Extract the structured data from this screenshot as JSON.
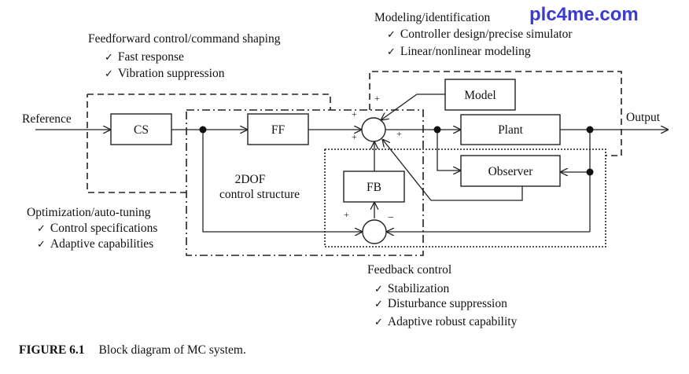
{
  "watermark": "plc4me.com",
  "annotations": {
    "feedforward": {
      "title": "Feedforward control/command shaping",
      "items": [
        "Fast response",
        "Vibration suppression"
      ]
    },
    "modeling": {
      "title": "Modeling/identification",
      "items": [
        "Controller design/precise simulator",
        "Linear/nonlinear modeling"
      ]
    },
    "optimization": {
      "title": "Optimization/auto-tuning",
      "items": [
        "Control specifications",
        "Adaptive capabilities"
      ]
    },
    "feedback": {
      "title": "Feedback control",
      "items": [
        "Stabilization",
        "Disturbance suppression",
        "Adaptive robust capability"
      ]
    },
    "check_glyph": "✓"
  },
  "diagram": {
    "signals": {
      "input": "Reference",
      "output": "Output"
    },
    "blocks": {
      "cs": "CS",
      "ff": "FF",
      "model": "Model",
      "plant": "Plant",
      "observer": "Observer",
      "fb": "FB"
    },
    "region_label": {
      "line1": "2DOF",
      "line2": "control structure"
    },
    "signs": {
      "sum_model": "+",
      "sum_ff_top": "+",
      "sum_ff_left": "+",
      "sum_out": "+",
      "err_plus": "+",
      "err_minus": "−"
    }
  },
  "caption": {
    "label": "FIGURE 6.1",
    "text": "Block diagram of MC system."
  }
}
